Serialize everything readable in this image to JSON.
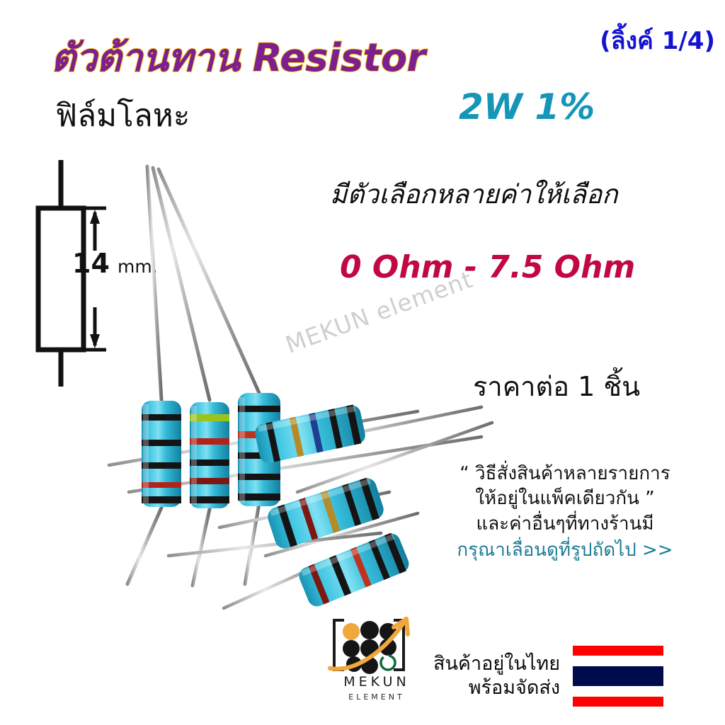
{
  "header": {
    "title_main": "ตัวต้านทาน Resistor",
    "title_sub": "ฟิล์มโลหะ",
    "link_badge": "(ลิ้งค์ 1/4)"
  },
  "specs": {
    "power_tolerance": "2W 1%",
    "choice_note": "มีตัวเลือกหลายค่าให้เลือก",
    "resistance_range": "0 Ohm - 7.5 Ohm",
    "price_note": "ราคาต่อ 1 ชิ้น"
  },
  "dimension": {
    "value": "14",
    "unit": "mm."
  },
  "order_note": {
    "line1": "“ วิธีสั่งสินค้าหลายรายการ",
    "line2": "ให้อยู่ในแพ็คเดียวกัน ”",
    "line3": "และค่าอื่นๆที่ทางร้านมี",
    "line4": "กรุณาเลื่อนดูที่รูปถัดไป >>"
  },
  "shipping": {
    "line1": "สินค้าอยู่ในไทย",
    "line2": "พร้อมจัดส่ง",
    "flag_name": "thai-flag"
  },
  "logo": {
    "name": "MEKUN",
    "subtitle": "ELEMENT",
    "watermark": "MEKUN element"
  },
  "colors": {
    "title_purple": "#7d1f8e",
    "title_outline": "#f5c518",
    "teal": "#1596b8",
    "link_teal": "#1c7b94",
    "crimson": "#c10843",
    "blue": "#1414cf",
    "flag_red": "#fd0000",
    "flag_navy": "#000b4d",
    "resistor_body": "#2eb8d8",
    "logo_orange": "#f0a73c"
  },
  "product_photo": {
    "alt": "metal-film-resistors-photo",
    "resistors": [
      {
        "id": 1,
        "bands": [
          "black",
          "black",
          "black",
          "red",
          "black"
        ]
      },
      {
        "id": 2,
        "bands": [
          "yellowgreen",
          "red",
          "black",
          "darkred",
          "black"
        ]
      },
      {
        "id": 3,
        "bands": [
          "black",
          "black",
          "red",
          "black",
          "black"
        ]
      },
      {
        "id": 4,
        "bands": [
          "black",
          "goldenrod",
          "blue",
          "black",
          "black"
        ]
      },
      {
        "id": 5,
        "bands": [
          "black",
          "darkred",
          "goldenrod",
          "black",
          "black"
        ]
      },
      {
        "id": 6,
        "bands": [
          "darkred",
          "black",
          "red",
          "black",
          "black"
        ]
      }
    ]
  }
}
